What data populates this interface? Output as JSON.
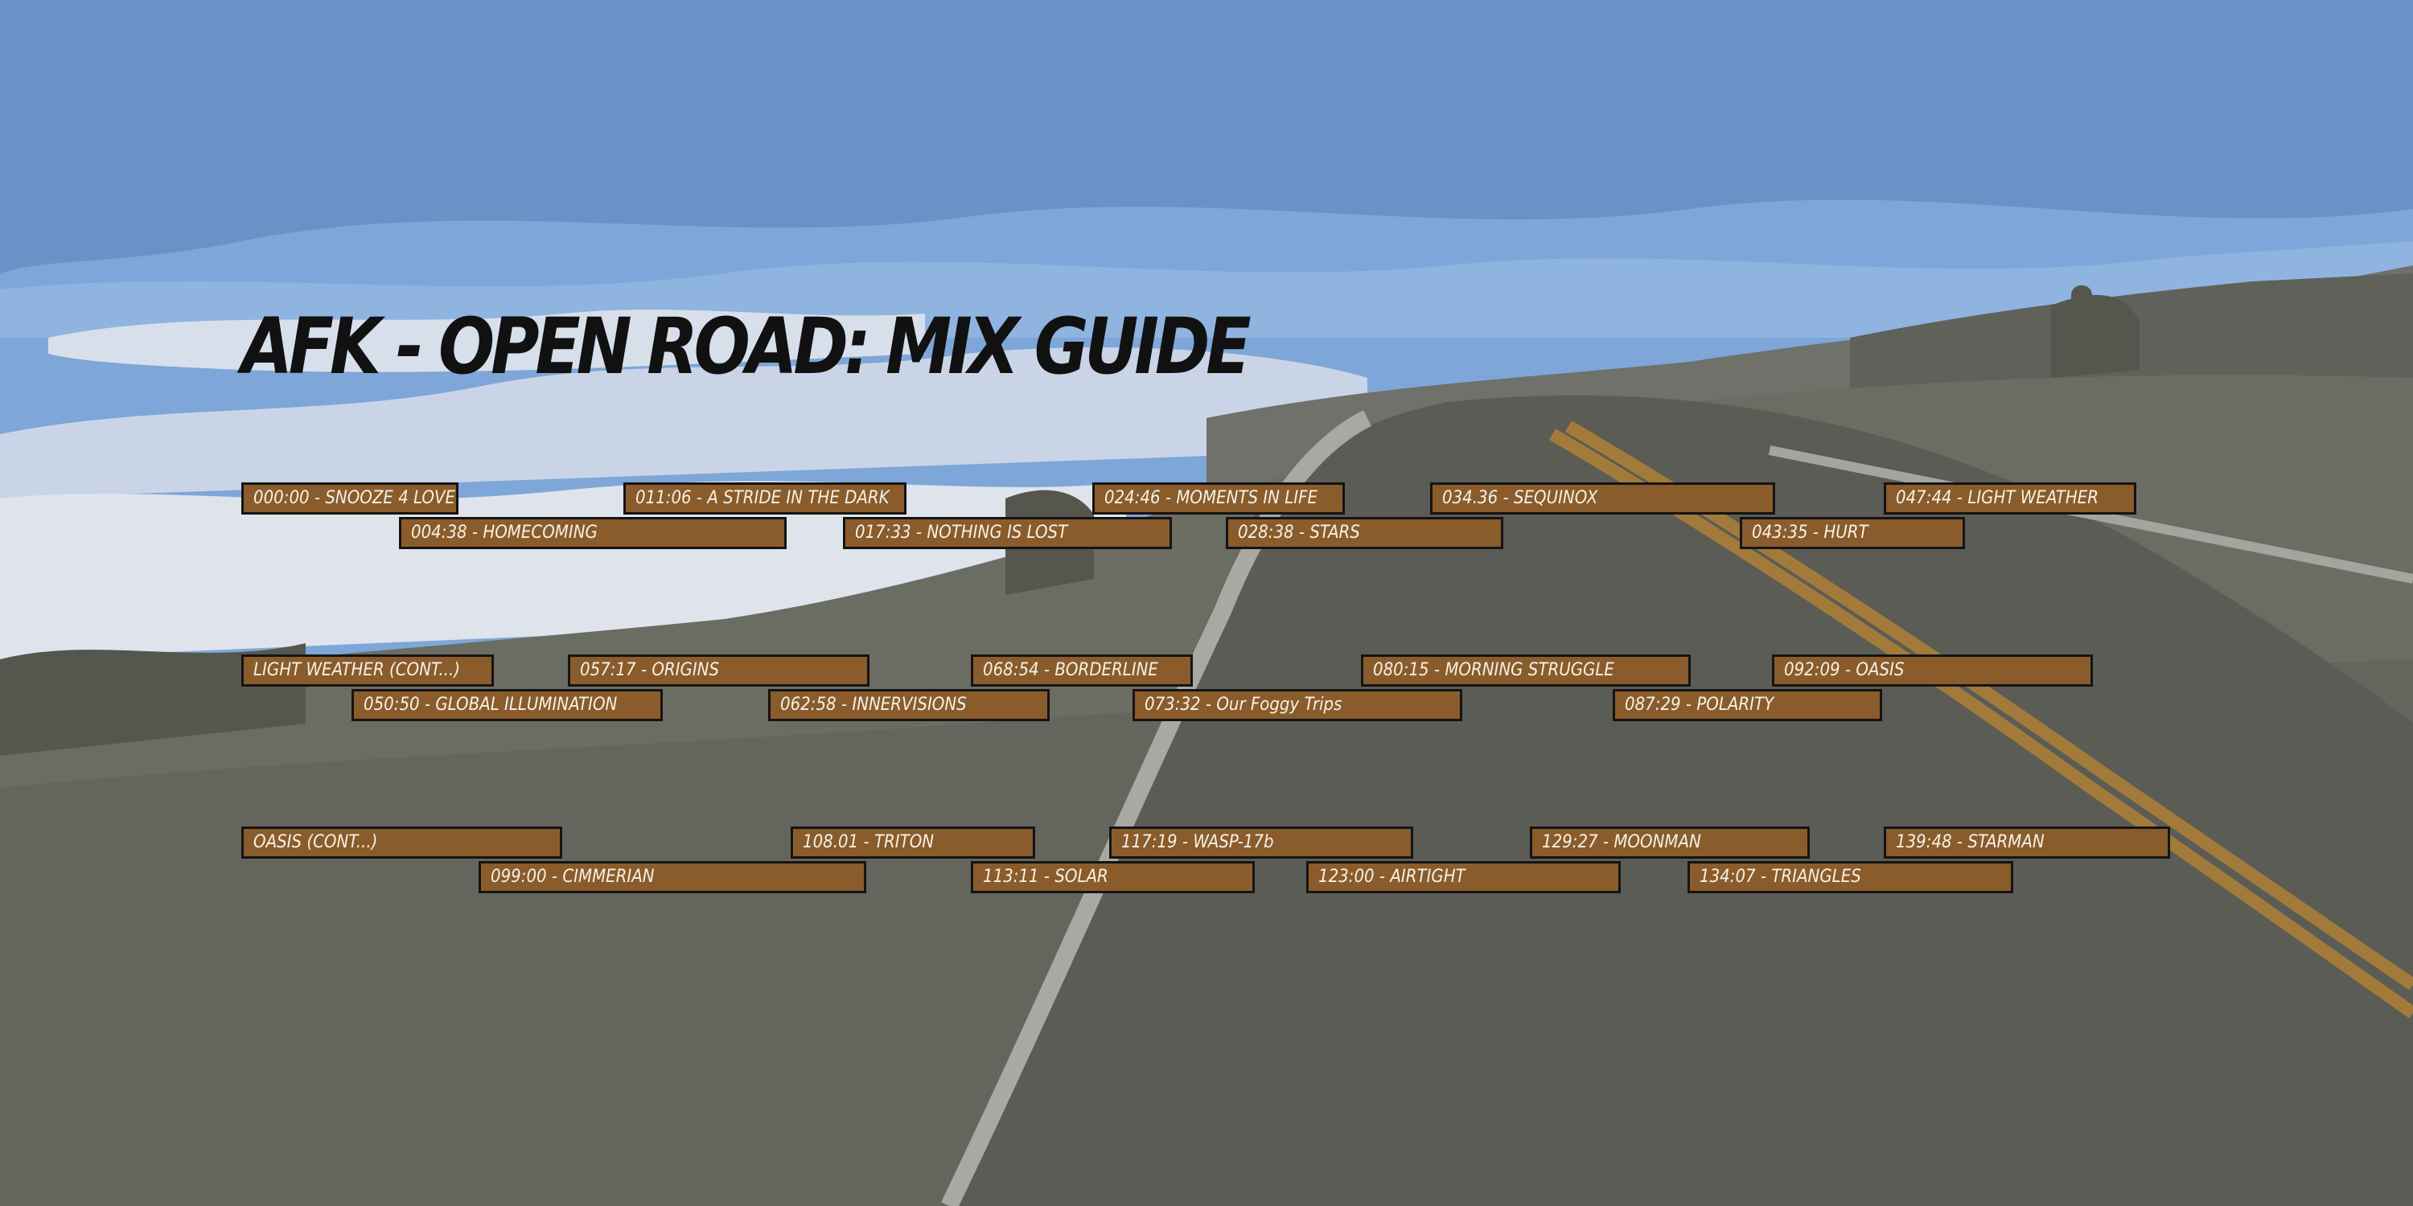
{
  "title": "AFK - OPEN ROAD: MIX GUIDE",
  "colors": {
    "track_fill": "#8a5c2b",
    "track_border": "#141414",
    "title": "#111111",
    "sky": "#7ea6d8",
    "road": "#6b6d63"
  },
  "tracks": [
    "000:00 - SNOOZE 4 LOVE",
    "004:38 - HOMECOMING",
    "011:06 - A STRIDE IN THE DARK",
    "017:33 - NOTHING IS LOST",
    "024:46 - MOMENTS IN LIFE",
    "028:38 - STARS",
    "034.36 - SEQUINOX",
    "043:35 - HURT",
    "047:44 - LIGHT WEATHER",
    "LIGHT WEATHER (CONT...)",
    "050:50 - GLOBAL ILLUMINATION",
    "057:17 - ORIGINS",
    "062:58 - INNERVISIONS",
    "068:54 - BORDERLINE",
    "073:32 - Our Foggy Trips",
    "080:15 - MORNING STRUGGLE",
    "087:29 - POLARITY",
    "092:09 - OASIS",
    "OASIS (CONT...)",
    "099:00 - CIMMERIAN",
    "108.01 - TRITON",
    "113:11 - SOLAR",
    "117:19 - WASP-17b",
    "123:00 - AIRTIGHT",
    "129:27 - MOONMAN",
    "134:07 - TRIANGLES",
    "139:48 - STARMAN"
  ]
}
